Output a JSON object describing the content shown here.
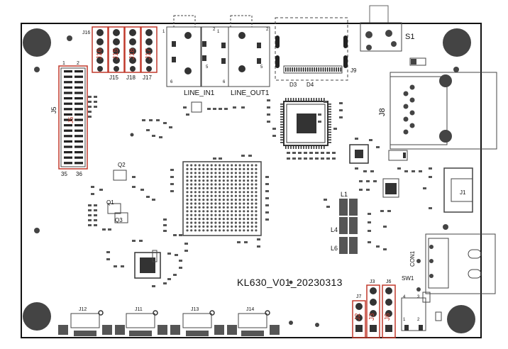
{
  "board": {
    "title": "KL630_V01_20230313"
  },
  "colors": {
    "silkscreen": "#111111",
    "highlight": "#c0392b",
    "background": "#ffffff"
  },
  "headers_top": {
    "j16_label": "J16",
    "j15_label": "J15",
    "j18_label": "J18",
    "j17_label": "J17",
    "highlight_labels": [
      "J16",
      "J15",
      "J18",
      "J17"
    ]
  },
  "j5": {
    "label": "J5",
    "highlight": "J5",
    "pin1": "1",
    "pin2": "2",
    "pin35": "35",
    "pin36": "36"
  },
  "audio": {
    "line_in": "LINE_IN1",
    "line_out": "LINE_OUT1",
    "mark_1a": "1",
    "mark_2a": "2",
    "mark_1b": "1",
    "mark_2b": "2",
    "mark_5a": "5",
    "mark_6a": "6",
    "mark_5b": "5",
    "mark_6b": "6"
  },
  "connectors": {
    "s1": "S1",
    "j8": "J8",
    "j9": "J9",
    "j1": "J1",
    "con1": "CON1",
    "d3": "D3",
    "d4": "D4",
    "sw1": "SW1"
  },
  "transistors": {
    "q1": "Q1",
    "q2": "Q2",
    "q3": "Q3"
  },
  "inductors": {
    "l1": "L1",
    "l4": "L4",
    "l6": "L6"
  },
  "bottom_connectors": {
    "j12": "J12",
    "j11": "J11",
    "j13": "J13",
    "j14": "J14"
  },
  "bottom_right_headers": {
    "j7": "J7",
    "j3": "J3",
    "j6": "J6",
    "j2_highlight": "J2",
    "j3_highlight": "J3",
    "j6_highlight": "J6"
  },
  "sw1_marks": {
    "m4": "4",
    "m3": "3",
    "m1": "1",
    "m2": "2"
  }
}
